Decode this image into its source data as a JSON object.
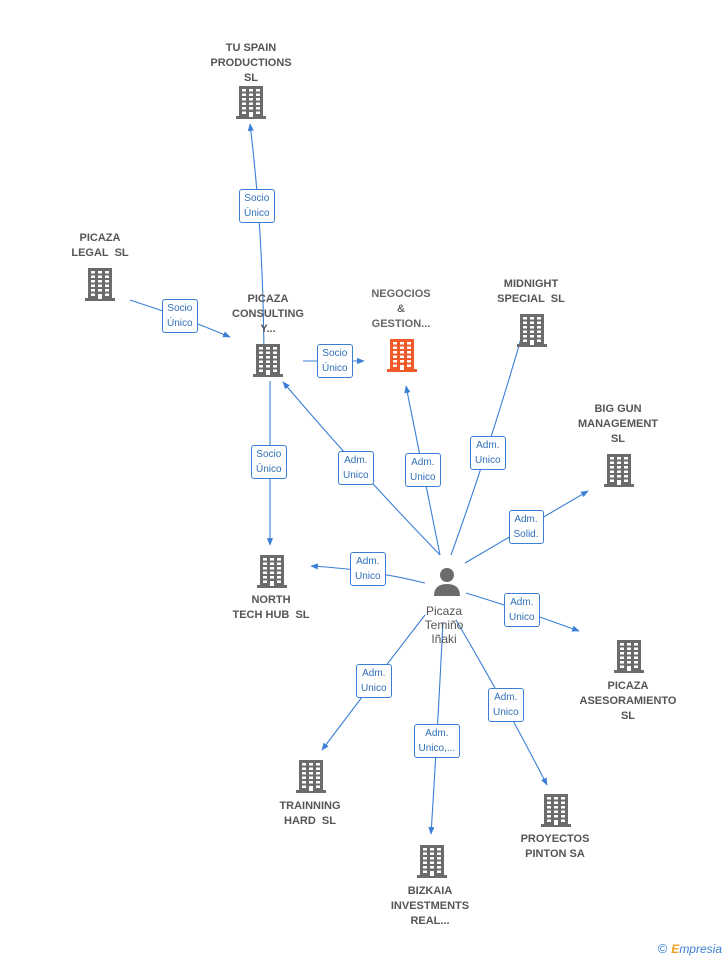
{
  "colors": {
    "edge": "#3a7fd5",
    "building": "#6b6b6b",
    "focus": "#f05a28",
    "person": "#6b6b6b"
  },
  "nodes": [
    {
      "id": "tu_spain",
      "lines": [
        "TU SPAIN",
        "PRODUCTIONS",
        "SL"
      ],
      "icon": "building-icon"
    },
    {
      "id": "picaza_legal",
      "lines": [
        "PICAZA",
        "LEGAL  SL"
      ],
      "icon": "building-icon"
    },
    {
      "id": "picaza_consulting",
      "lines": [
        "PICAZA",
        "CONSULTING",
        "Y..."
      ],
      "icon": "building-icon"
    },
    {
      "id": "negocios",
      "lines": [
        "NEGOCIOS",
        "&",
        "GESTION..."
      ],
      "icon": "building-icon",
      "focus": true
    },
    {
      "id": "midnight",
      "lines": [
        "MIDNIGHT",
        "SPECIAL  SL"
      ],
      "icon": "building-icon"
    },
    {
      "id": "big_gun",
      "lines": [
        "BIG GUN",
        "MANAGEMENT",
        "SL"
      ],
      "icon": "building-icon"
    },
    {
      "id": "north_tech",
      "lines": [
        "NORTH",
        "TECH HUB  SL"
      ],
      "icon": "building-icon"
    },
    {
      "id": "person",
      "lines": [
        "Picaza",
        "Temiño",
        "Iñaki"
      ],
      "icon": "person-icon",
      "person": true
    },
    {
      "id": "picaza_asesoramiento",
      "lines": [
        "PICAZA",
        "ASESORAMIENTO",
        "SL"
      ],
      "icon": "building-icon"
    },
    {
      "id": "trainning",
      "lines": [
        "TRAINNING",
        "HARD  SL"
      ],
      "icon": "building-icon"
    },
    {
      "id": "bizkaia",
      "lines": [
        "BIZKAIA",
        "INVESTMENTS",
        "REAL..."
      ],
      "icon": "building-icon"
    },
    {
      "id": "proyectos",
      "lines": [
        "PROYECTOS",
        "PINTON SA"
      ],
      "icon": "building-icon"
    }
  ],
  "edges": [
    {
      "id": "e1",
      "from": "picaza_consulting",
      "to": "tu_spain",
      "label": [
        "Socio",
        "Único"
      ]
    },
    {
      "id": "e2",
      "from": "picaza_legal",
      "to": "picaza_consulting",
      "label": [
        "Socio",
        "Único"
      ]
    },
    {
      "id": "e3",
      "from": "picaza_consulting",
      "to": "negocios",
      "label": [
        "Socio",
        "Único"
      ]
    },
    {
      "id": "e4",
      "from": "picaza_consulting",
      "to": "north_tech",
      "label": [
        "Socio",
        "Único"
      ]
    },
    {
      "id": "e5",
      "from": "person",
      "to": "picaza_consulting",
      "label": [
        "Adm.",
        "Unico"
      ]
    },
    {
      "id": "e6",
      "from": "person",
      "to": "negocios",
      "label": [
        "Adm.",
        "Unico"
      ]
    },
    {
      "id": "e7",
      "from": "person",
      "to": "midnight",
      "label": [
        "Adm.",
        "Unico"
      ]
    },
    {
      "id": "e8",
      "from": "person",
      "to": "big_gun",
      "label": [
        "Adm.",
        "Solid."
      ]
    },
    {
      "id": "e9",
      "from": "person",
      "to": "north_tech",
      "label": [
        "Adm.",
        "Unico"
      ]
    },
    {
      "id": "e10",
      "from": "person",
      "to": "picaza_asesoramiento",
      "label": [
        "Adm.",
        "Unico"
      ]
    },
    {
      "id": "e11",
      "from": "person",
      "to": "trainning",
      "label": [
        "Adm.",
        "Unico"
      ]
    },
    {
      "id": "e12",
      "from": "person",
      "to": "bizkaia",
      "label": [
        "Adm.",
        "Unico,..."
      ]
    },
    {
      "id": "e13",
      "from": "person",
      "to": "proyectos",
      "label": [
        "Adm.",
        "Unico"
      ]
    }
  ],
  "brand": {
    "symbol": "©",
    "first": "E",
    "rest": "mpresia"
  }
}
